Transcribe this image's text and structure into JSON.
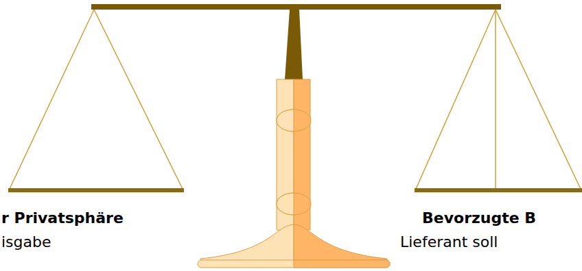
{
  "diagram": {
    "labels": [
      "r Privatsphäre",
      "isgabe",
      "Bevorzugte B",
      "Lieferant soll"
    ]
  }
}
